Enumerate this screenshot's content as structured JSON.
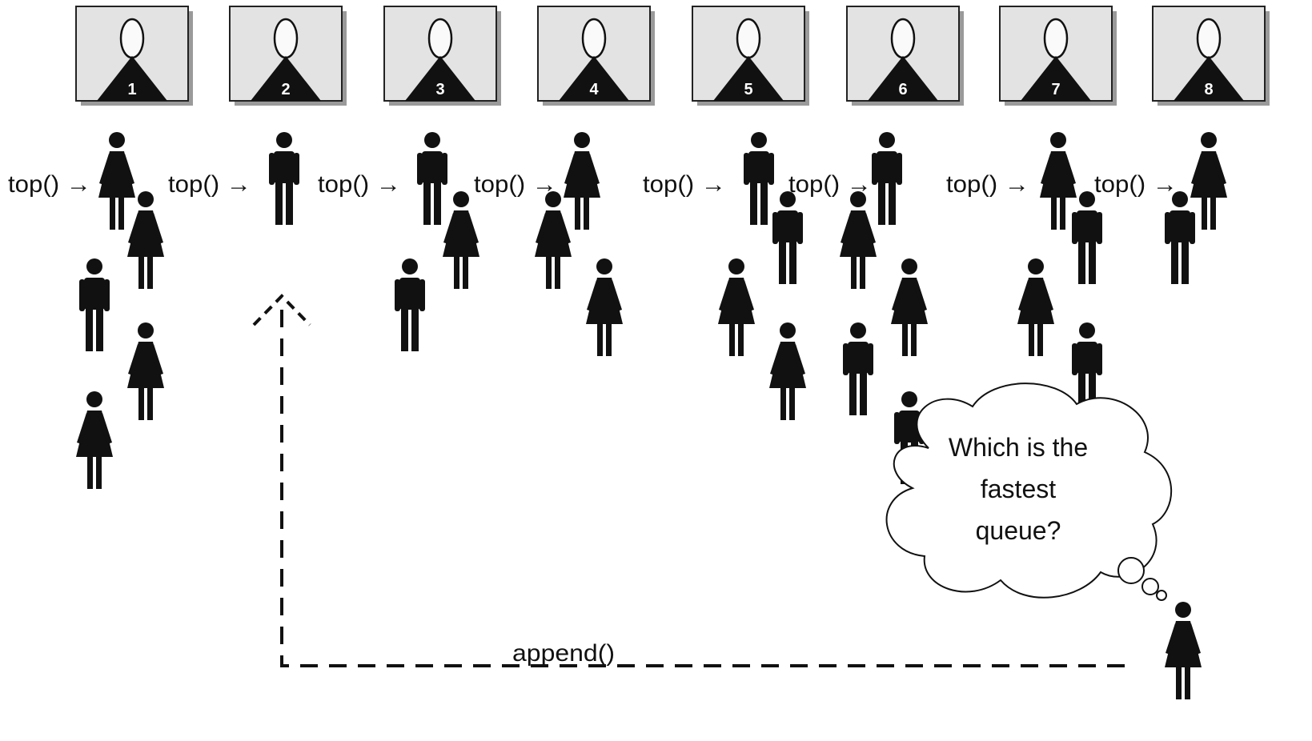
{
  "counters": [
    {
      "number": "1",
      "queue": [
        "f",
        "f",
        "m",
        "f",
        "f"
      ]
    },
    {
      "number": "2",
      "queue": [
        "m"
      ]
    },
    {
      "number": "3",
      "queue": [
        "m",
        "f",
        "m"
      ]
    },
    {
      "number": "4",
      "queue": [
        "f",
        "f",
        "f"
      ]
    },
    {
      "number": "5",
      "queue": [
        "m",
        "m",
        "f",
        "f"
      ]
    },
    {
      "number": "6",
      "queue": [
        "m",
        "f",
        "f",
        "m",
        "m"
      ]
    },
    {
      "number": "7",
      "queue": [
        "f",
        "m",
        "f",
        "m"
      ]
    },
    {
      "number": "8",
      "queue": [
        "f",
        "m"
      ]
    }
  ],
  "top_label": "top()",
  "arrow_glyph": "→",
  "append_label": "append()",
  "thought_bubble": [
    "Which is the",
    "fastest",
    "queue?"
  ],
  "newcomer": "f",
  "colors": {
    "ink": "#111111",
    "panel": "#e3e3e3",
    "shadow": "#9a9a9a"
  }
}
